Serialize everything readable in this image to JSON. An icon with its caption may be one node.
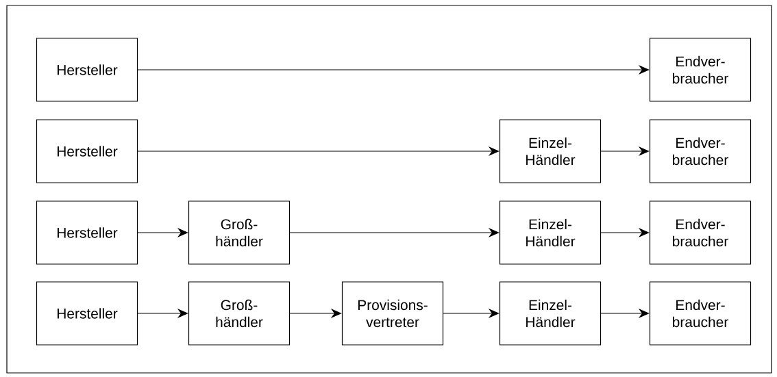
{
  "diagram": {
    "nodes": [
      {
        "text": [
          "Hersteller"
        ]
      },
      {
        "text": [
          "Endver- braucher"
        ]
      },
      {
        "text": [
          "Hersteller"
        ]
      },
      {
        "text": [
          "Einzel- Händler"
        ]
      },
      {
        "text": [
          "Endver- braucher"
        ]
      },
      {
        "text": [
          "Hersteller"
        ]
      },
      {
        "text": [
          "Groß- händler"
        ]
      },
      {
        "text": [
          "Einzel- Händler"
        ]
      },
      {
        "text": [
          "Endver- braucher"
        ]
      },
      {
        "text": [
          "Hersteller"
        ]
      },
      {
        "text": [
          "Groß- händler"
        ]
      },
      {
        "text": [
          "Provisions- vertreter"
        ]
      },
      {
        "text": [
          "Einzel- Händler"
        ]
      },
      {
        "text": [
          "Endver- braucher"
        ]
      }
    ],
    "edges": [
      {
        "from": 0,
        "to": 1,
        "arrow": "to"
      },
      {
        "from": 2,
        "to": 3,
        "arrow": "to"
      },
      {
        "from": 3,
        "to": 4,
        "arrow": "to"
      },
      {
        "from": 5,
        "to": 6,
        "arrow": "to"
      },
      {
        "from": 6,
        "to": 7,
        "arrow": "to"
      },
      {
        "from": 7,
        "to": 8,
        "arrow": "to"
      },
      {
        "from": 9,
        "to": 10,
        "arrow": "to"
      },
      {
        "from": 10,
        "to": 11,
        "arrow": "to"
      },
      {
        "from": 11,
        "to": 12,
        "arrow": "to"
      },
      {
        "from": 12,
        "to": 13,
        "arrow": "to"
      }
    ]
  }
}
